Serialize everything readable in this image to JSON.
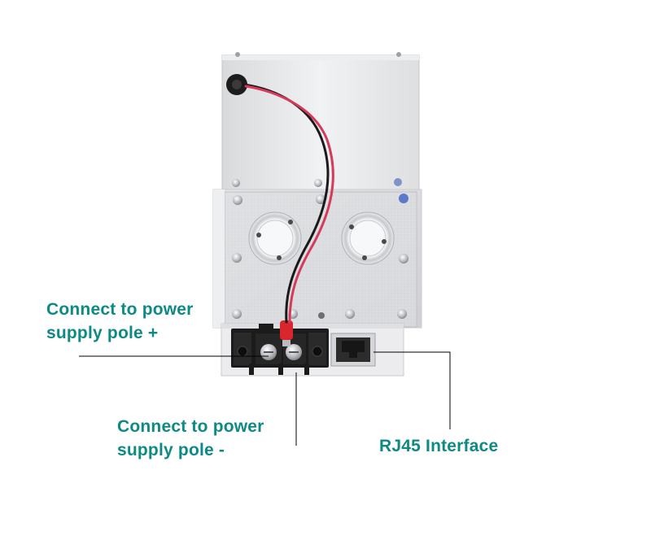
{
  "callouts": {
    "power_positive": {
      "line1": "Connect to power",
      "line2": "supply pole +"
    },
    "power_negative": {
      "line1": "Connect to power",
      "line2": "supply pole -"
    },
    "rj45": {
      "line1": "RJ45 Interface"
    }
  },
  "colors": {
    "callout_text": "#0e8a84",
    "leader_line": "#000000",
    "background": "#ffffff",
    "housing": "#e4e5e7",
    "wire_red": "#d63a5a",
    "wire_black": "#1a1a1a",
    "terminal_block": "#1b1b1b"
  },
  "icons": [
    "power-terminal-icon",
    "rj45-port-icon",
    "cable-grommet-icon"
  ]
}
